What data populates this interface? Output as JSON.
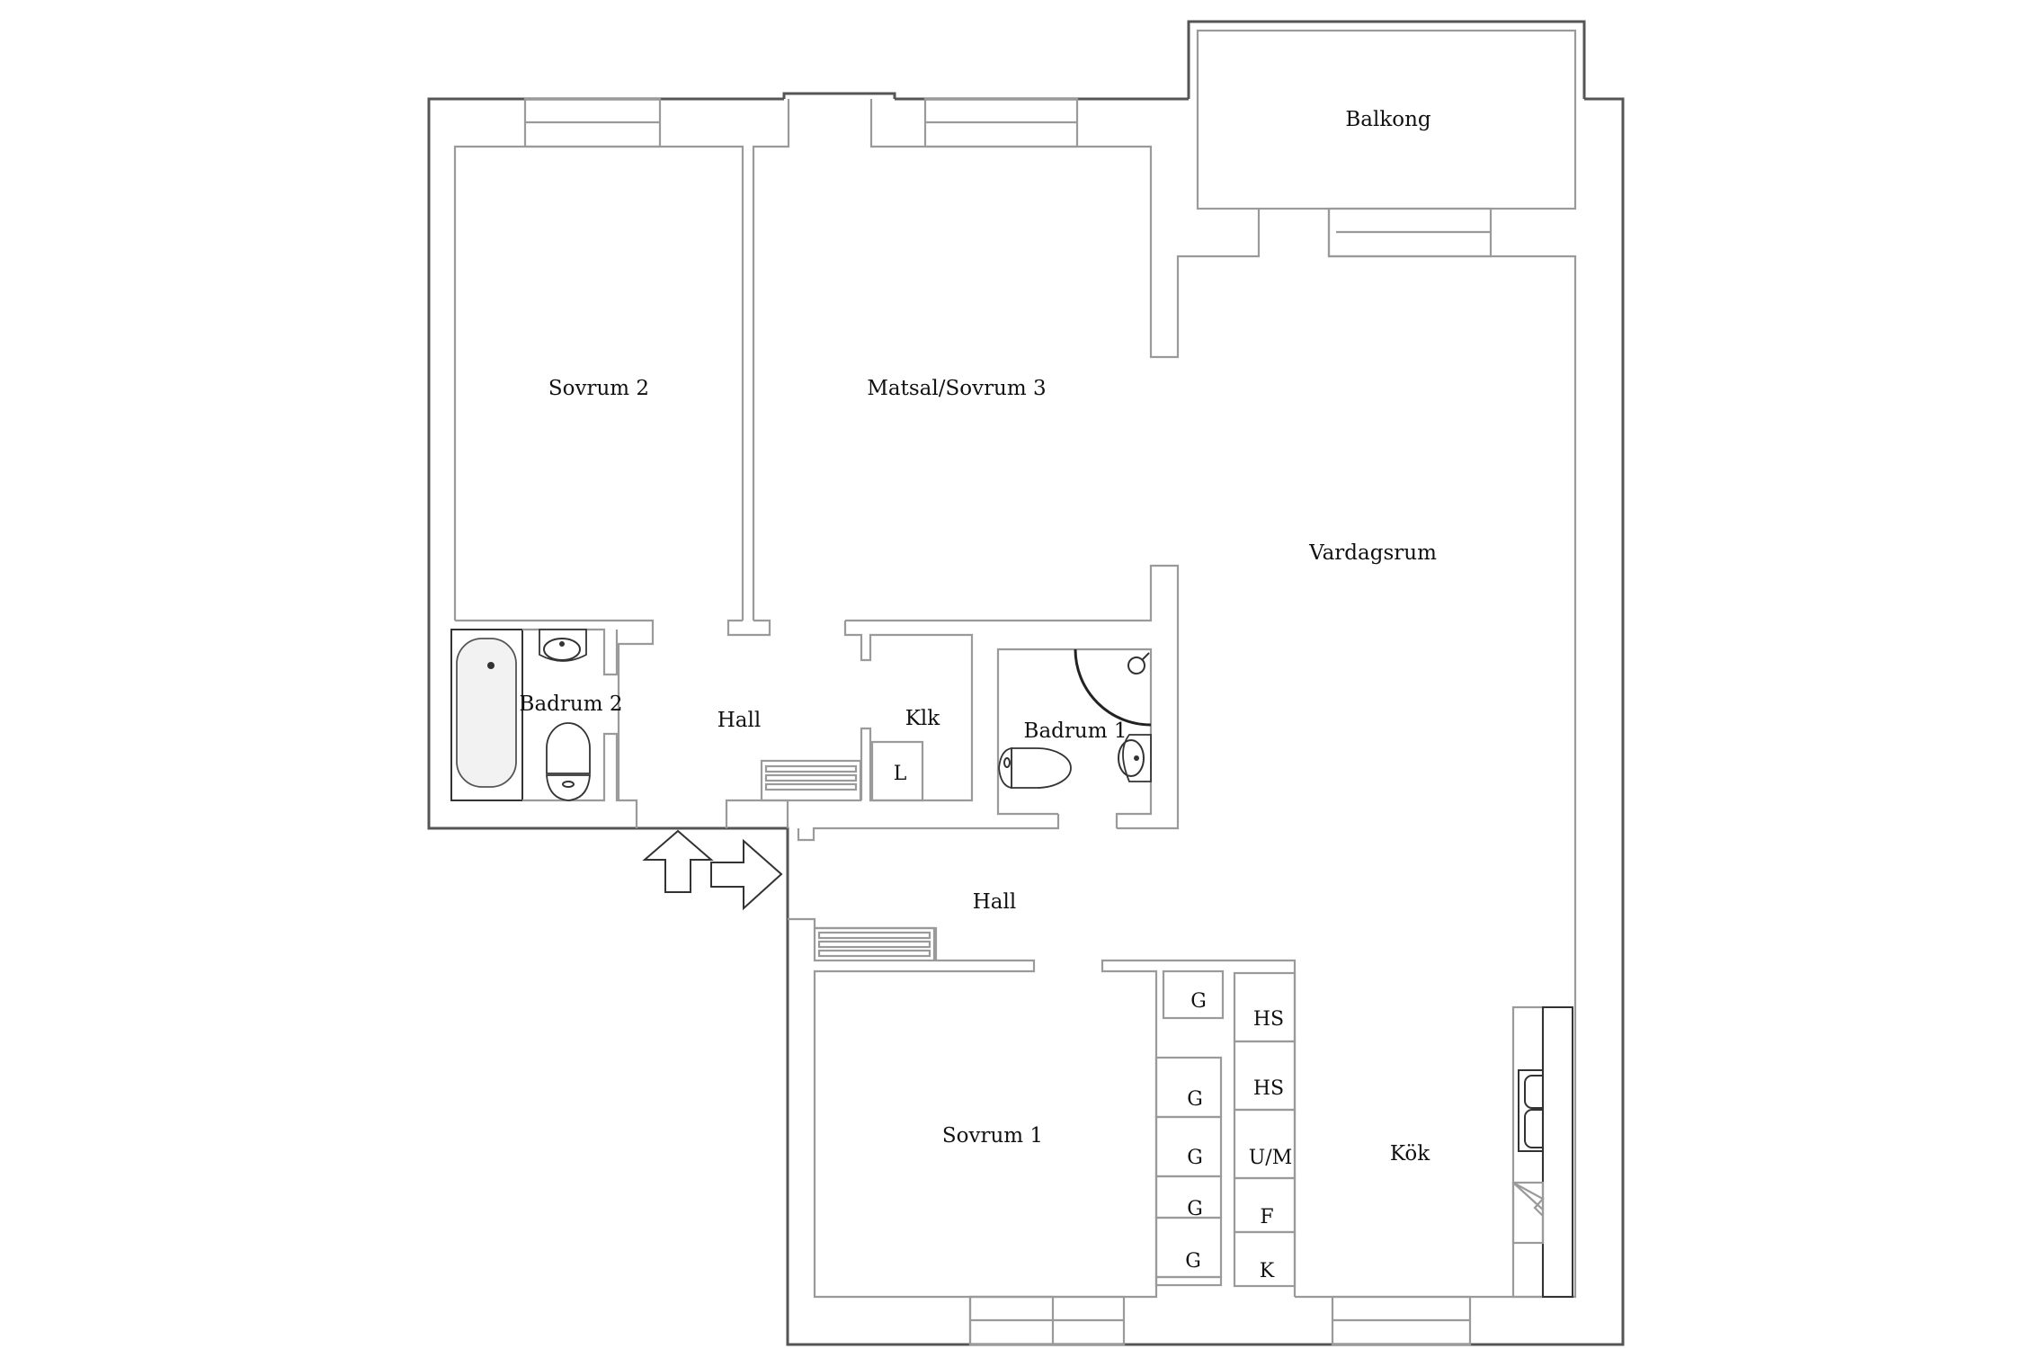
{
  "plan": {
    "type": "apartment floor plan",
    "rooms": {
      "sovrum2": "Sovrum 2",
      "matsal": "Matsal/Sovrum 3",
      "balkong": "Balkong",
      "vardagsrum": "Vardagsrum",
      "badrum2": "Badrum 2",
      "hall_upper": "Hall",
      "klk": "Klk",
      "badrum1": "Badrum 1",
      "hall_lower": "Hall",
      "sovrum1": "Sovrum 1",
      "kok": "Kök"
    },
    "fixtures": {
      "laundry": "L",
      "wardrobes_left": [
        "G",
        "G",
        "G",
        "G",
        "G"
      ],
      "kitchen_units": [
        "HS",
        "HS",
        "U/M",
        "F",
        "K"
      ]
    },
    "icons": [
      "entrance-arrow-up-icon",
      "entrance-arrow-right-icon",
      "bathtub-icon",
      "sink-icon",
      "toilet-icon",
      "shower-icon",
      "radiator-icon",
      "kitchen-sink-icon",
      "stove-icon"
    ]
  }
}
